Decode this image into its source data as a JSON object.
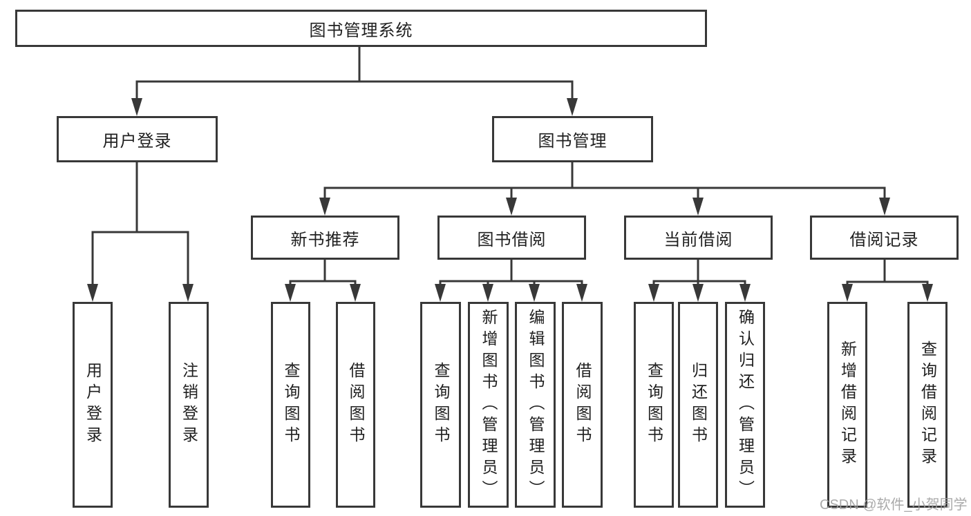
{
  "root": {
    "label": "图书管理系统"
  },
  "level2": [
    {
      "label": "用户登录"
    },
    {
      "label": "图书管理"
    }
  ],
  "level3": [
    {
      "label": "新书推荐"
    },
    {
      "label": "图书借阅"
    },
    {
      "label": "当前借阅"
    },
    {
      "label": "借阅记录"
    }
  ],
  "leaves": [
    {
      "label": "用户登录"
    },
    {
      "label": "注销登录"
    },
    {
      "label": "查询图书"
    },
    {
      "label": "借阅图书"
    },
    {
      "label": "查询图书"
    },
    {
      "label": "新增图书（管理员）"
    },
    {
      "label": "编辑图书（管理员）"
    },
    {
      "label": "借阅图书"
    },
    {
      "label": "查询图书"
    },
    {
      "label": "归还图书"
    },
    {
      "label": "确认归还（管理员）"
    },
    {
      "label": "新增借阅记录"
    },
    {
      "label": "查询借阅记录"
    }
  ],
  "watermark": "CSDN @软件_小贺同学",
  "colors": {
    "line": "#383838",
    "box_border": "#383838",
    "text": "#1f1f1f",
    "watermark": "#9e9e9e",
    "background": "#ffffff"
  }
}
